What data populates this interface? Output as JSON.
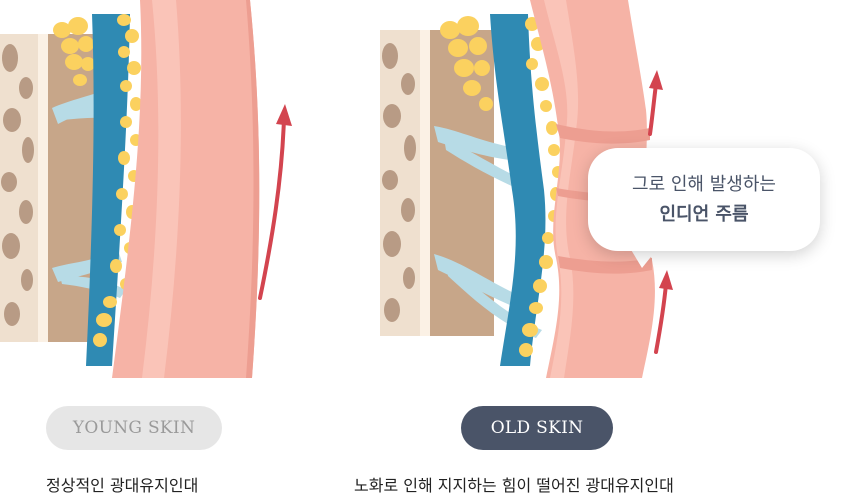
{
  "young": {
    "badge": "YOUNG SKIN",
    "caption": "정상적인 광대유지인대"
  },
  "old": {
    "badge": "OLD SKIN",
    "caption": "노화로 인해 지지하는 힘이 떨어진 광대유지인대",
    "callout_line1": "그로 인해 발생하는",
    "callout_line2": "인디언 주름"
  },
  "colors": {
    "bone_base": "#efe0cf",
    "bone_spot": "#b89b85",
    "bone_edge": "#fbf1e5",
    "muscle": "#c7a689",
    "fat": "#fbd15f",
    "fascia": "#2f8ab3",
    "ligament": "#b7dbe6",
    "skin": "#f6b3a6",
    "skin_light": "#fac4b8",
    "arrow": "#d3444f",
    "badge_old": "#4a5468",
    "badge_young": "#e6e6e6"
  }
}
